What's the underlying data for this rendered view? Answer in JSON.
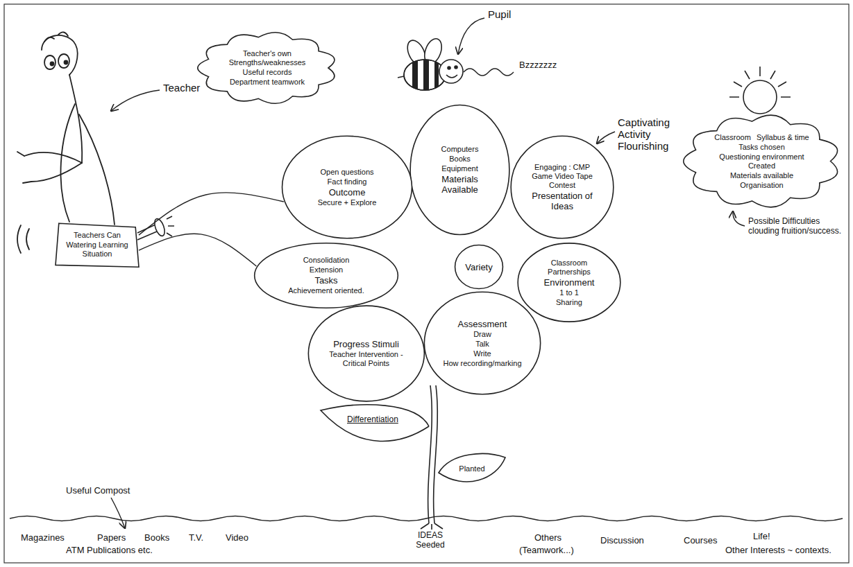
{
  "diagram": {
    "nodes": [
      {
        "text": [
          "Teacher's own Strengths/weaknesses",
          "Useful records",
          "Department teamwork"
        ]
      },
      {
        "text": [
          "Classroom",
          "Syllabus & time",
          "Tasks chosen",
          "Questioning environment Created",
          "Materials available",
          "Organisation"
        ]
      },
      {
        "text": [
          "Teachers Can",
          "Watering Learning Situation"
        ]
      },
      {
        "text": [
          "Computers",
          "Books",
          "Equipment",
          "Materials Available"
        ]
      },
      {
        "text": [
          "Open questions",
          "Fact finding",
          "Outcome",
          "Secure + Explore"
        ]
      },
      {
        "text": [
          "Engaging : CMP Game Video Tape Contest",
          "Presentation of Ideas"
        ]
      },
      {
        "text": [
          "Variety"
        ]
      },
      {
        "text": [
          "Consolidation",
          "Extension",
          "Tasks",
          "Achievement oriented."
        ]
      },
      {
        "text": [
          "Classroom Partnerships",
          "Environment",
          "1 to 1",
          "Sharing"
        ]
      },
      {
        "text": [
          "Progress Stimuli",
          "Teacher Intervention - Critical Points"
        ]
      },
      {
        "text": [
          "Assessment",
          "Draw",
          "Talk",
          "Write",
          "How recording/marking"
        ]
      },
      {
        "text": [
          "Planted"
        ]
      }
    ],
    "edges": [
      {
        "from": 2,
        "to": 4,
        "arrow": "none"
      },
      {
        "from": 2,
        "to": 7,
        "arrow": "none"
      }
    ],
    "labels": [
      "Teacher",
      "Pupil",
      "Bzzzzzzz",
      "Captivating Activity Flourishing",
      "Possible Difficulties clouding fruition/success.",
      "Differentiation",
      "IDEAS Seeded",
      "Useful Compost",
      "Magazines",
      "Papers",
      "Books",
      "T.V.",
      "Video",
      "ATM Publications etc.",
      "Others",
      "(Teamwork...)",
      "Discussion",
      "Courses",
      "Life!",
      "Other Interests ~ contexts."
    ]
  }
}
